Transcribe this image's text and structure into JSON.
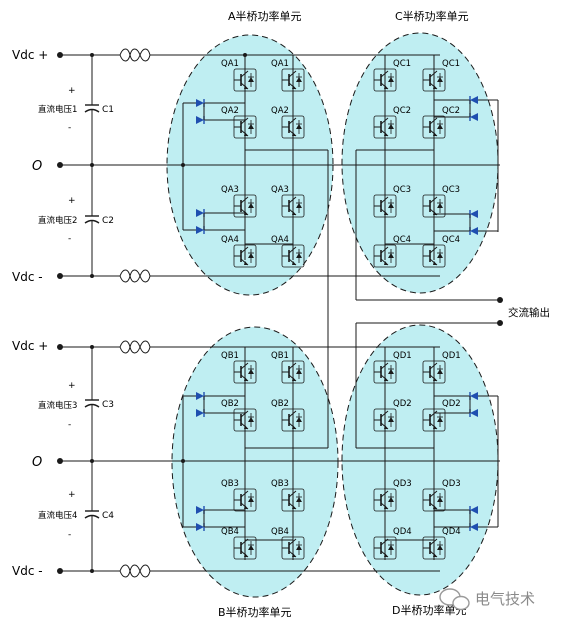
{
  "units": {
    "A": {
      "title": "A半桥功率单元",
      "switches": [
        "QA1",
        "QA1",
        "QA2",
        "QA2",
        "QA3",
        "QA3",
        "QA4",
        "QA4"
      ]
    },
    "B": {
      "title": "B半桥功率单元",
      "switches": [
        "QB1",
        "QB1",
        "QB2",
        "QB2",
        "QB3",
        "QB3",
        "QB4",
        "QB4"
      ]
    },
    "C": {
      "title": "C半桥功率单元",
      "switches": [
        "QC1",
        "QC1",
        "QC2",
        "QC2",
        "QC3",
        "QC3",
        "QC4",
        "QC4"
      ]
    },
    "D": {
      "title": "D半桥功率单元",
      "switches": [
        "QD1",
        "QD1",
        "QD2",
        "QD2",
        "QD3",
        "QD3",
        "QD4",
        "QD4"
      ]
    }
  },
  "rails": {
    "top": [
      "Vdc +",
      "O",
      "Vdc -"
    ],
    "bottom": [
      "Vdc +",
      "O",
      "Vdc -"
    ]
  },
  "capacitors": [
    "C1",
    "C2",
    "C3",
    "C4"
  ],
  "dc_sources": [
    "直流电压1",
    "直流电压2",
    "直流电压3",
    "直流电压4"
  ],
  "polarity": {
    "plus": "+",
    "minus": "-"
  },
  "output_label": "交流输出",
  "watermark": "电气技术",
  "colors": {
    "zone_fill": "#bfeef2",
    "diode": "#1f4fb0",
    "wire": "#1a1a1a"
  }
}
